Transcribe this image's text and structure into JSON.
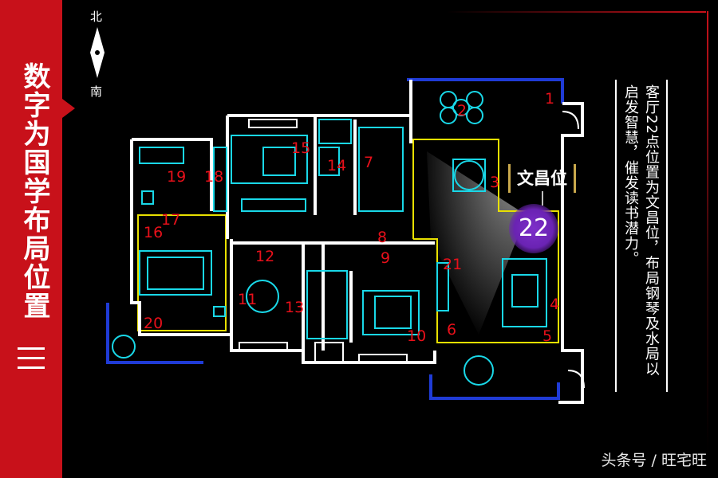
{
  "sidebar": {
    "title": "数字为国学布局位置",
    "accent_color": "#c8111a"
  },
  "compass": {
    "north": "北",
    "south": "南"
  },
  "callout": {
    "label": "文昌位",
    "seat_number": "22"
  },
  "note": {
    "text": "客厅22点位置为文昌位，布局钢琴及水局以启发智慧，催发读书潜力。"
  },
  "watermark": "头条号 / 旺宅旺",
  "room_numbers": [
    "1",
    "2",
    "3",
    "4",
    "5",
    "6",
    "7",
    "8",
    "9",
    "10",
    "11",
    "12",
    "13",
    "14",
    "15",
    "16",
    "17",
    "18",
    "19",
    "20",
    "21"
  ],
  "colors": {
    "wall": "#ffffff",
    "furniture": "#19d8e8",
    "balcony": "#1f3bd6",
    "zone": "#e8e000",
    "numbers": "#e8101a",
    "highlight": "#6a23b3"
  }
}
